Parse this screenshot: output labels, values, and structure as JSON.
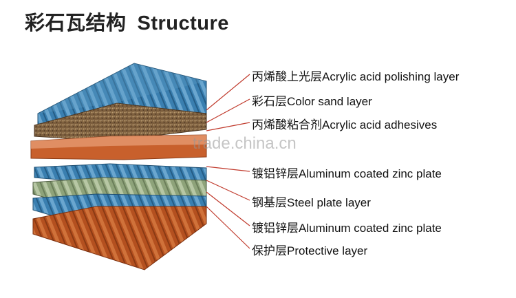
{
  "title": {
    "cn": "彩石瓦结构",
    "en": "Structure"
  },
  "layers": [
    {
      "label": "丙烯酸上光层Acrylic acid polishing layer",
      "icon": "polishing-layer-icon"
    },
    {
      "label": "彩石层Color sand layer",
      "icon": "sand-layer-icon"
    },
    {
      "label": "丙烯酸粘合剂Acrylic acid adhesives",
      "icon": "adhesive-layer-icon"
    },
    {
      "label": "镀铝锌层Aluminum coated zinc plate",
      "icon": "zinc-layer-icon"
    },
    {
      "label": "钢基层Steel plate layer",
      "icon": "steel-layer-icon"
    },
    {
      "label": "镀铝锌层Aluminum coated zinc plate",
      "icon": "zinc-layer-icon"
    },
    {
      "label": "保护层Protective layer",
      "icon": "protective-layer-icon"
    }
  ],
  "watermark": "trade.china.cn",
  "colors": {
    "blue": "#3a7fb0",
    "sand": "#8a6a46",
    "orange": "#c8602c",
    "green": "#8ea37a",
    "red": "#b4501f",
    "leader": "#c0392b"
  }
}
